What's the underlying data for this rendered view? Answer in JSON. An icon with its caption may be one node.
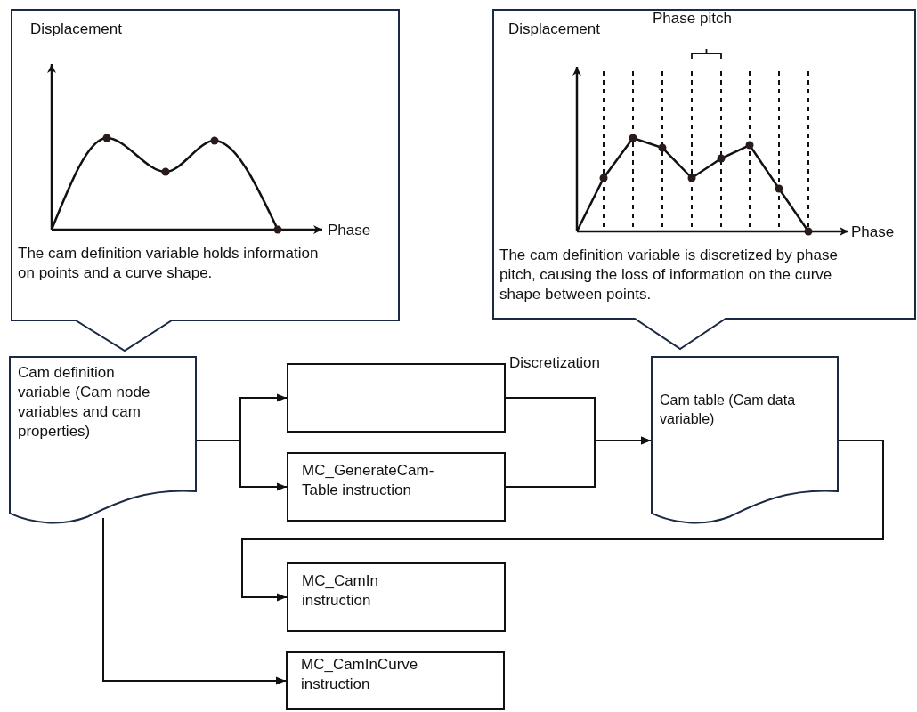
{
  "diagram": {
    "nodes": [
      {
        "text": [
          "Displacement",
          "Phase",
          "The cam definition variable holds information on points and a curve shape."
        ]
      },
      {
        "text": [
          "Displacement",
          "Phase pitch",
          "Phase",
          "The cam definition variable is discretized by phase pitch, causing the loss of information on the curve shape between points."
        ]
      },
      {
        "text": [
          "Cam definition variable (Cam node variables and cam properties)"
        ]
      },
      {
        "text": [],
        "shape": "box"
      },
      {
        "text": [
          "MC_GenerateCam- Table instruction"
        ]
      },
      {
        "text": [
          "Cam table (Cam data variable)"
        ]
      },
      {
        "text": [
          "MC_CamIn instruction"
        ]
      },
      {
        "text": [
          "MC_CamInCurve instruction"
        ]
      }
    ],
    "edges": [
      {
        "from": 2,
        "to": 3,
        "arrow": "to"
      },
      {
        "from": 2,
        "to": 4,
        "arrow": "to"
      },
      {
        "from": 3,
        "to": 5,
        "arrow": "to",
        "label": "Discretization"
      },
      {
        "from": 4,
        "to": 5,
        "arrow": "to"
      },
      {
        "from": 5,
        "to": 6,
        "arrow": "to"
      },
      {
        "from": 2,
        "to": 7,
        "arrow": "to"
      }
    ]
  }
}
